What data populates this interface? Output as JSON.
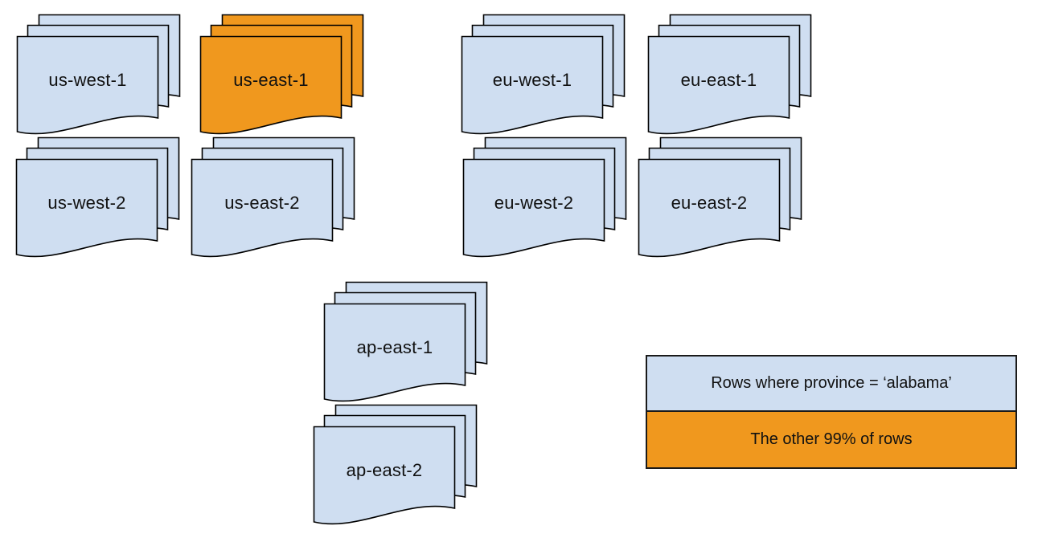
{
  "diagram": {
    "description": "Document stacks representing cloud regions; one region highlighted",
    "colors": {
      "region_fill": "#cfdef1",
      "highlight_fill": "#f0981e",
      "stroke": "#000000",
      "background": "#ffffff"
    },
    "stacks": [
      {
        "id": "us-west-1",
        "label": "us-west-1",
        "highlighted": false
      },
      {
        "id": "us-east-1",
        "label": "us-east-1",
        "highlighted": true
      },
      {
        "id": "eu-west-1",
        "label": "eu-west-1",
        "highlighted": false
      },
      {
        "id": "eu-east-1",
        "label": "eu-east-1",
        "highlighted": false
      },
      {
        "id": "us-west-2",
        "label": "us-west-2",
        "highlighted": false
      },
      {
        "id": "us-east-2",
        "label": "us-east-2",
        "highlighted": false
      },
      {
        "id": "eu-west-2",
        "label": "eu-west-2",
        "highlighted": false
      },
      {
        "id": "eu-east-2",
        "label": "eu-east-2",
        "highlighted": false
      },
      {
        "id": "ap-east-1",
        "label": "ap-east-1",
        "highlighted": false
      },
      {
        "id": "ap-east-2",
        "label": "ap-east-2",
        "highlighted": false
      }
    ],
    "legend": {
      "items": [
        {
          "label": "Rows where province = ‘alabama’",
          "color": "#cfdef1"
        },
        {
          "label": "The other 99% of rows",
          "color": "#f0981e"
        }
      ]
    }
  }
}
